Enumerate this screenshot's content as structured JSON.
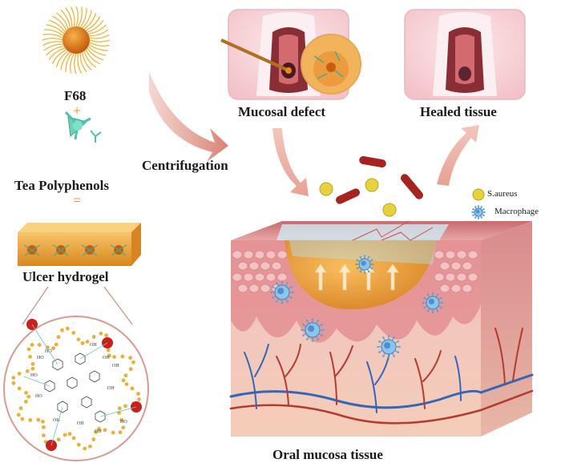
{
  "labels": {
    "f68": "F68",
    "plus": "+",
    "tea_polyphenols": "Tea Polyphenols",
    "equals": "=",
    "ulcer_hydrogel": "Ulcer hydrogel",
    "centrifugation": "Centrifugation",
    "mucosal_defect": "Mucosal defect",
    "healed_tissue": "Healed tissue",
    "oral_mucosa_tissue": "Oral mucosa tissue"
  },
  "legend": {
    "s_aureus": "S.aureus",
    "macrophage": "Macrophage"
  },
  "molecule": {
    "groups": [
      "HO",
      "OH",
      "HO",
      "OH",
      "HO",
      "OH",
      "OH",
      "HO",
      "OH",
      "OH",
      "OH",
      "HO"
    ]
  },
  "colors": {
    "orange": "#e88a1a",
    "arrow_pink": "#e8a79b",
    "tissue_pink": "#e6a3a2",
    "bacteria_red": "#a8231f",
    "staph_yellow": "#e6d23c",
    "macrophage_blue": "#5aa0d6",
    "vessel_red": "#b53a30",
    "vessel_blue": "#3566b5",
    "teal": "#52c1a7"
  },
  "icons": [
    "f68-micelle-icon",
    "tea-polyphenol-molecule-icon",
    "hydrogel-block-icon",
    "rat-mouth-icon",
    "s-aureus-icon",
    "macrophage-icon",
    "bacterium-rod-icon"
  ]
}
